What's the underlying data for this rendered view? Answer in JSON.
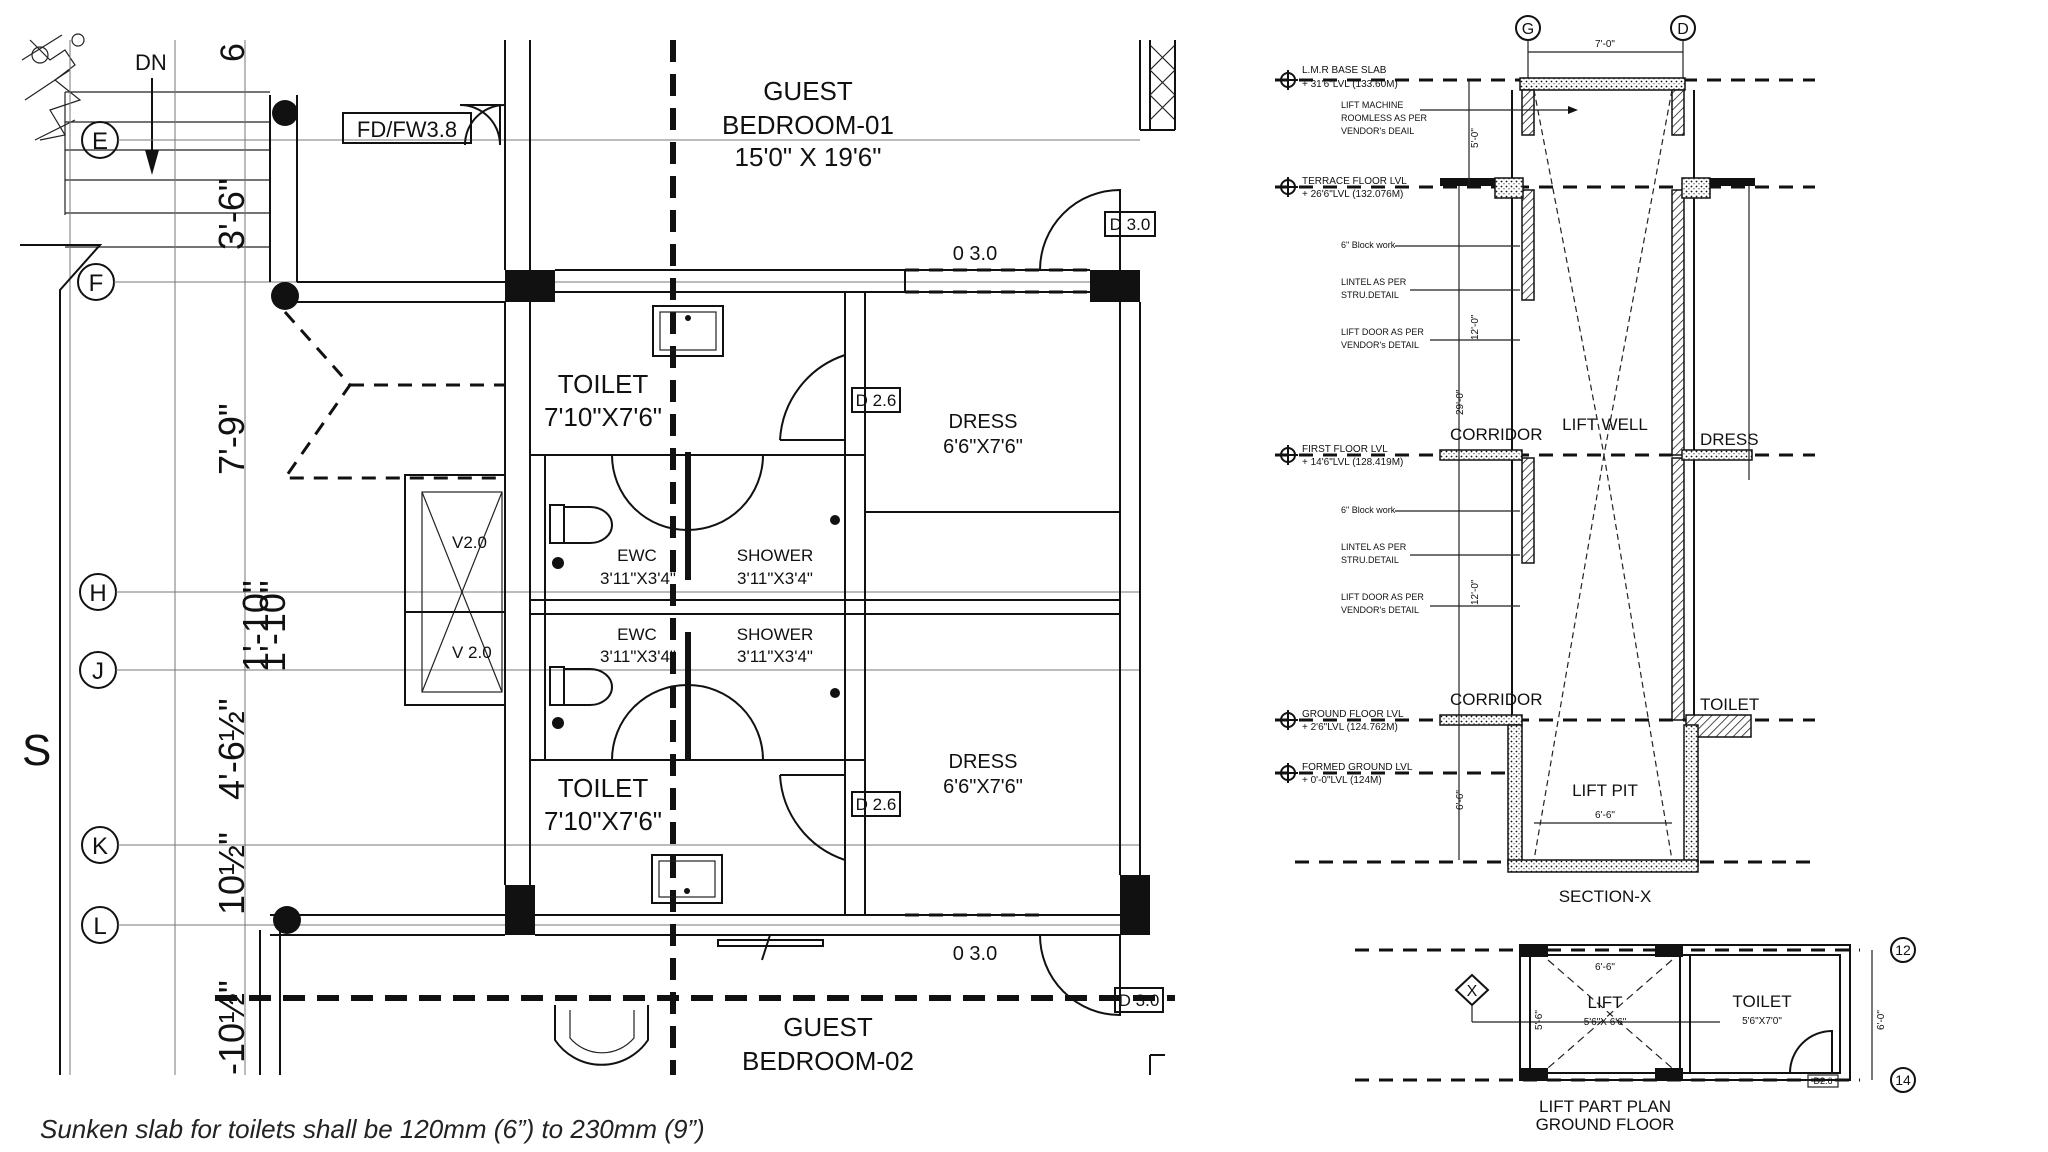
{
  "plan": {
    "dn": "DN",
    "grid_left": [
      "E",
      "F",
      "H",
      "J",
      "K",
      "L"
    ],
    "grid_top_number": "6",
    "s_mark": "S",
    "fire_door": "FD/FW3.8",
    "bedroom1": {
      "name": "GUEST",
      "number": "BEDROOM-01",
      "size": "15'0\" X 19'6\""
    },
    "bedroom2": {
      "name": "GUEST",
      "number": "BEDROOM-02"
    },
    "toilet1": {
      "name": "TOILET",
      "size": "7'10\"X7'6\""
    },
    "toilet2": {
      "name": "TOILET",
      "size": "7'10\"X7'6\""
    },
    "dress1": {
      "name": "DRESS",
      "size": "6'6\"X7'6\""
    },
    "dress2": {
      "name": "DRESS",
      "size": "6'6\"X7'6\""
    },
    "ewc1": {
      "name": "EWC",
      "size": "3'11\"X3'4\""
    },
    "ewc2": {
      "name": "EWC",
      "size": "3'11\"X3'4\""
    },
    "shower1": {
      "name": "SHOWER",
      "size": "3'11\"X3'4\""
    },
    "shower2": {
      "name": "SHOWER",
      "size": "3'11\"X3'4\""
    },
    "door_tags": {
      "d30_top": "D 3.0",
      "d30_bottom": "D 3.0",
      "d26_top": "D 2.6",
      "d26_bottom": "D 2.6"
    },
    "openings": {
      "top": "0 3.0",
      "bottom": "0 3.0"
    },
    "vents": {
      "v1": "V2.0",
      "v2": "V 2.0"
    },
    "dims": {
      "d1": "3'-6\"",
      "d2": "7'-9\"",
      "d3a": "1'-10\"",
      "d3b": "1'-10\"",
      "d4": "4'-6½\"",
      "d5": "10½\"",
      "d6": "-10½\""
    },
    "note": "Sunken slab for toilets shall be 120mm (6”) to 230mm (9”)"
  },
  "section": {
    "grid_g": "G",
    "grid_d": "D",
    "top_width": "7'-0\"",
    "levels": [
      {
        "name": "L.M.R BASE SLAB",
        "value": "+ 31'6\"LVL (133.60M)"
      },
      {
        "name": "TERRACE FLOOR LVL",
        "value": "+ 26'6\"LVL (132.076M)"
      },
      {
        "name": "FIRST FLOOR LVL",
        "value": "+ 14'6\"LVL (128.419M)"
      },
      {
        "name": "GROUND FLOOR LVL",
        "value": "+ 2'6\"LVL (124.762M)"
      },
      {
        "name": "FORMED GROUND LVL",
        "value": "+ 0'-0\"LVL (124M)"
      }
    ],
    "notes": {
      "machine1": "LIFT MACHINE",
      "machine2": "ROOMLESS AS PER",
      "machine3": "VENDOR's DEAIL",
      "block1": "6\" Block work",
      "block2": "6\" Block work",
      "lintel_a1": "LINTEL AS PER",
      "lintel_a2": "STRU.DETAIL",
      "lintel_b1": "LINTEL AS PER",
      "lintel_b2": "STRU.DETAIL",
      "liftdoor_a1": "LIFT DOOR AS PER",
      "liftdoor_a2": "VENDOR's DETAIL",
      "liftdoor_b1": "LIFT DOOR AS PER",
      "liftdoor_b2": "VENDOR's DETAIL"
    },
    "dims": {
      "d5": "5'-0\"",
      "d12a": "12'-0\"",
      "d12b": "12'-0\"",
      "d29": "29'-0\"",
      "d66v": "6'-6\"",
      "pit_w": "6'-6\""
    },
    "rooms": {
      "corridor1": "CORRIDOR",
      "corridor2": "CORRIDOR",
      "liftwell": "LIFT WELL",
      "dress": "DRESS",
      "toilet": "TOILET",
      "pit": "LIFT PIT"
    },
    "caption": "SECTION-X"
  },
  "lift_plan": {
    "marker": "X",
    "top_dim": "6'-6\"",
    "left_dim": "5'-6\"",
    "right_dim": "6'-0\"",
    "lift_name": "LIFT",
    "lift_size": "5'6\"X 6'6\"",
    "toilet_name": "TOILET",
    "toilet_size": "5'6\"X7'0\"",
    "door_tag": "D2.6",
    "grid_12": "12",
    "grid_14": "14",
    "caption1": "LIFT PART PLAN",
    "caption2": "GROUND FLOOR"
  }
}
